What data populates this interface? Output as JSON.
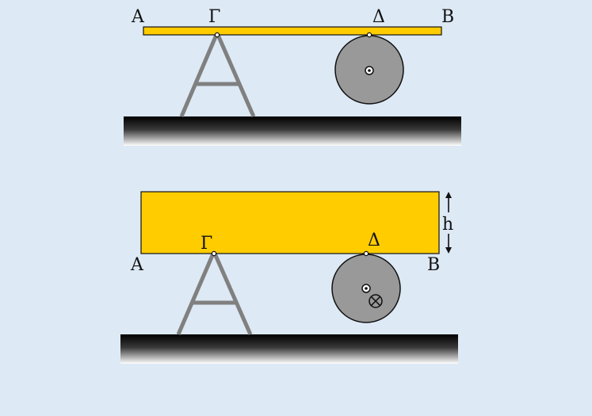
{
  "colors": {
    "background": "#dde9f5",
    "beam": "#ffcc00",
    "disk": "#999999",
    "stand": "#808080",
    "outline": "#111111"
  },
  "top_figure": {
    "label_a": "Α",
    "label_gamma": "Γ",
    "label_delta": "Δ",
    "label_b": "Β"
  },
  "bottom_figure": {
    "label_a": "Α",
    "label_gamma": "Γ",
    "label_delta": "Δ",
    "label_b": "Β",
    "label_h": "h"
  }
}
